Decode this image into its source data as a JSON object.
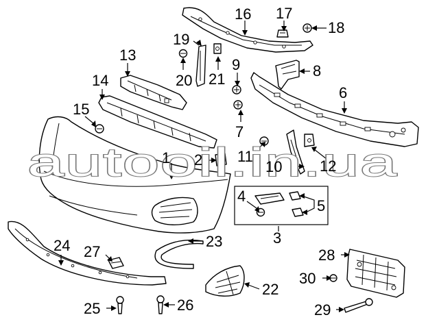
{
  "diagram": {
    "watermark": "autooil.in.ua",
    "callouts": [
      "1",
      "2",
      "3",
      "4",
      "5",
      "6",
      "7",
      "8",
      "9",
      "10",
      "11",
      "12",
      "13",
      "14",
      "15",
      "16",
      "17",
      "18",
      "19",
      "20",
      "21",
      "22",
      "23",
      "24",
      "25",
      "26",
      "27",
      "28",
      "29",
      "30"
    ]
  }
}
